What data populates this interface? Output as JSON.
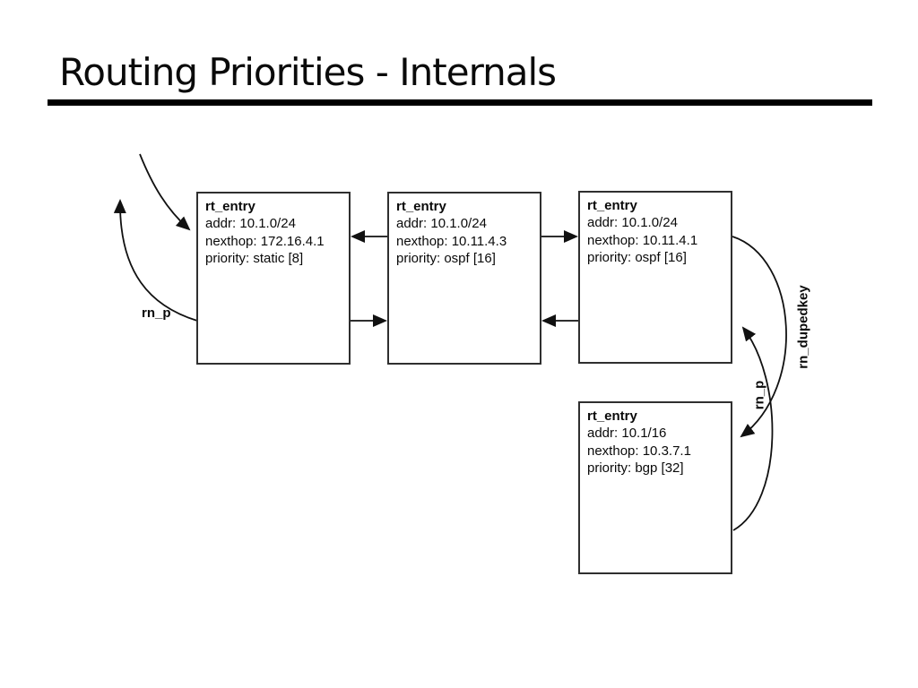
{
  "slide": {
    "title": "Routing Priorities - Internals"
  },
  "diagram": {
    "nodes": [
      {
        "title": "rt_entry",
        "lines": [
          "addr: 10.1.0/24",
          "nexthop: 172.16.4.1",
          "priority: static [8]"
        ]
      },
      {
        "title": "rt_entry",
        "lines": [
          "addr: 10.1.0/24",
          "nexthop: 10.11.4.3",
          "priority: ospf [16]"
        ]
      },
      {
        "title": "rt_entry",
        "lines": [
          "addr: 10.1.0/24",
          "nexthop: 10.11.4.1",
          "priority: ospf [16]"
        ]
      },
      {
        "title": "rt_entry",
        "lines": [
          "addr: 10.1/16",
          "nexthop: 10.3.7.1",
          "priority: bgp [32]"
        ]
      }
    ],
    "labels": {
      "rn_p_left": "rn_p",
      "rn_dupedkey": "rn_dupedkey",
      "rn_p_right": "rn_p"
    },
    "edges": [
      {
        "from": "external-top-left",
        "to": "node-1-left",
        "style": "curved"
      },
      {
        "from": "node-1-left-bottom",
        "to": "up-off-left",
        "label": "rn_p",
        "style": "curved"
      },
      {
        "from": "node-2",
        "to": "node-1",
        "row": "top",
        "style": "straight"
      },
      {
        "from": "node-1",
        "to": "node-2",
        "row": "bottom",
        "style": "straight"
      },
      {
        "from": "node-2",
        "to": "node-3",
        "row": "top",
        "style": "straight"
      },
      {
        "from": "node-3",
        "to": "node-2",
        "row": "bottom",
        "style": "straight"
      },
      {
        "from": "node-3-right",
        "to": "node-4-right",
        "label": "rn_dupedkey",
        "style": "curved"
      },
      {
        "from": "node-4-right",
        "to": "node-3-right",
        "label": "rn_p",
        "style": "curved"
      }
    ],
    "colors": {
      "ink": "#111111",
      "box_border": "#2f2f2f",
      "background": "#ffffff"
    }
  }
}
